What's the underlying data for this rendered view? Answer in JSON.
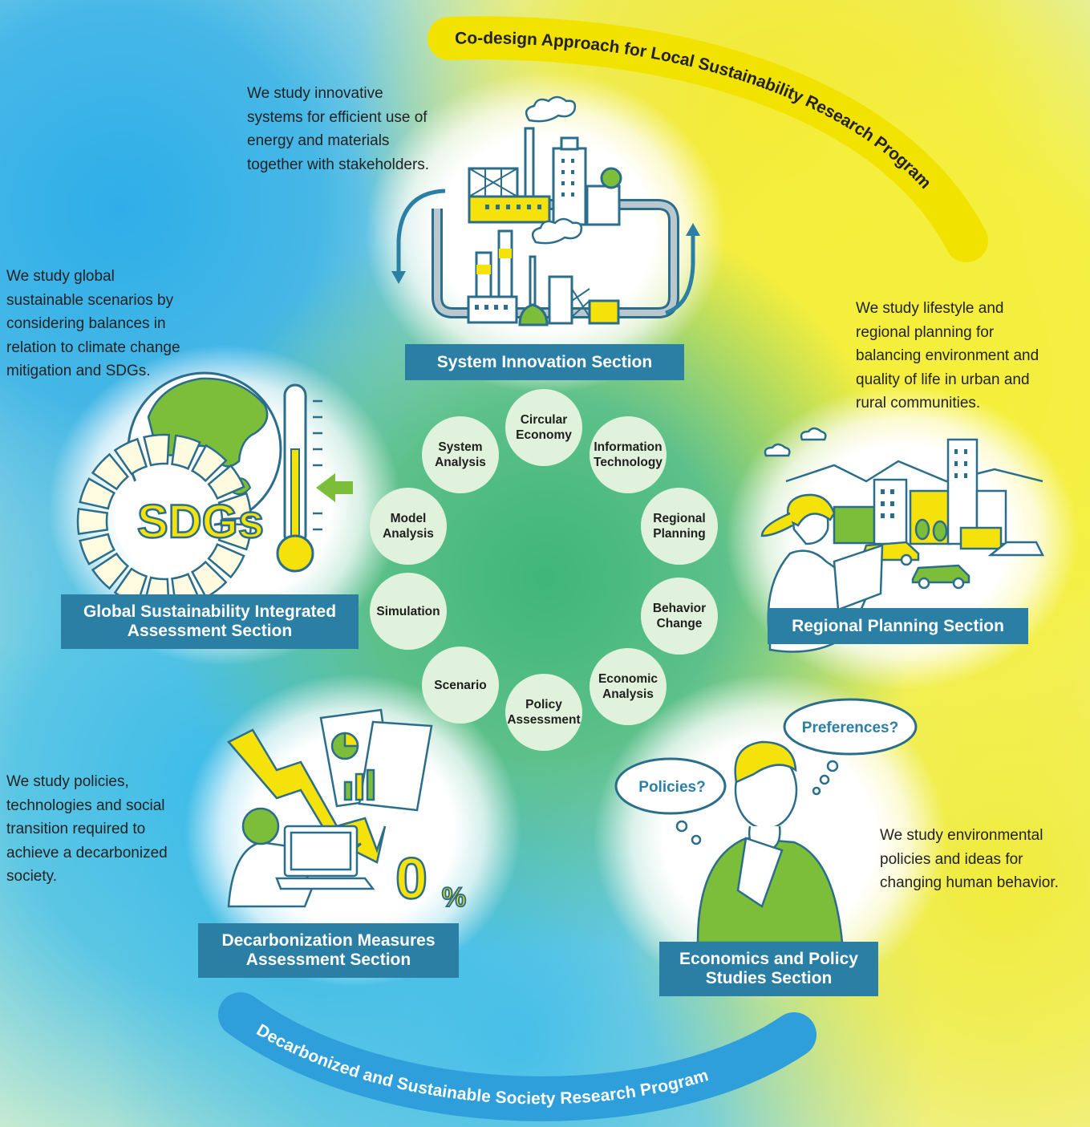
{
  "programs": {
    "top": "Co-design Approach for Local Sustainability Research Program",
    "bottom": "Decarbonized and Sustainable Society Research Program"
  },
  "sections": {
    "system": {
      "label": "System Innovation Section",
      "desc": "We study innovative\nsystems for efficient use of\nenergy and materials\ntogether with stakeholders."
    },
    "global": {
      "label": "Global Sustainability Integrated\nAssessment Section",
      "desc": "We study global\nsustainable scenarios by\nconsidering balances in\nrelation to climate change\nmitigation and SDGs."
    },
    "regional": {
      "label": "Regional Planning Section",
      "desc": "We study lifestyle and\nregional planning for\nbalancing environment and\nquality of life in urban and\nrural communities."
    },
    "decarbonization": {
      "label": "Decarbonization Measures\nAssessment Section",
      "desc": "We study policies,\ntechnologies and social\ntransition required to\nachieve a decarbonized\nsociety."
    },
    "economics": {
      "label": "Economics and Policy\nStudies Section",
      "desc": "We study environmental\npolicies and ideas for\nchanging human behavior."
    }
  },
  "methods": [
    "Circular\nEconomy",
    "Information\nTechnology",
    "Regional\nPlanning",
    "Behavior\nChange",
    "Economic\nAnalysis",
    "Policy\nAssessment",
    "Scenario",
    "Simulation",
    "Model\nAnalysis",
    "System\nAnalysis"
  ],
  "illustrations": {
    "sdgs_text": "SDGs",
    "zero_text": "0",
    "percent_text": "%",
    "thought_preferences": "Preferences?",
    "thought_policies": "Policies?"
  },
  "colors": {
    "label_bg": "#2b7fa5",
    "node_bg": "#e1f2dc",
    "yellow_arc": "#f2e200",
    "blue_arc": "#2f9fdc",
    "green": "#7cbd3a",
    "yellow": "#f4e20a",
    "outline": "#2b6e8c"
  }
}
